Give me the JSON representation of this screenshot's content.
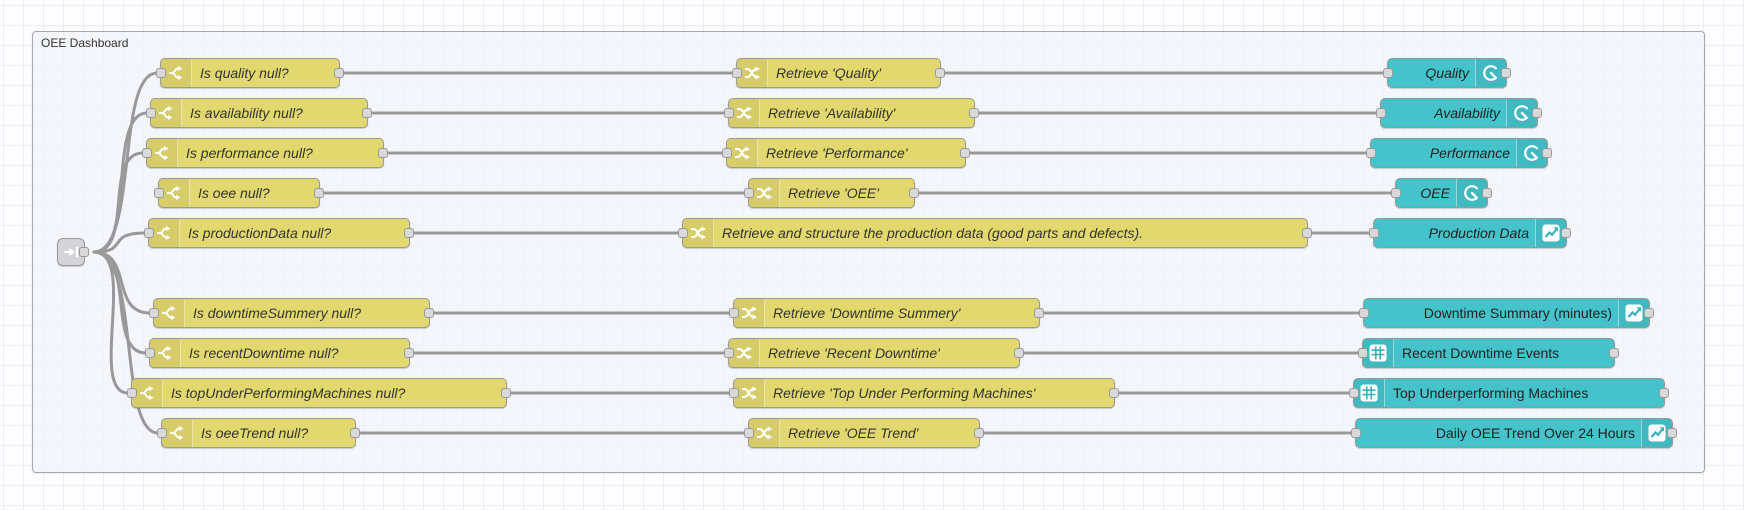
{
  "group": {
    "label": "OEE Dashboard"
  },
  "colors": {
    "switch_change_node": "#e2d96e",
    "dashboard_node": "#45c3cb",
    "link_node": "#d4d4d8",
    "wire": "#999999",
    "port": "#d9d9d9",
    "group_border": "#a6a6b0",
    "canvas_grid_line": "#e9ecf6"
  },
  "nodes": {
    "link": {
      "icon": "link-in-icon"
    },
    "switches": [
      {
        "label": "Is quality null?",
        "icon": "switch-icon"
      },
      {
        "label": "Is availability null?",
        "icon": "switch-icon"
      },
      {
        "label": "Is performance null?",
        "icon": "switch-icon"
      },
      {
        "label": "Is oee null?",
        "icon": "switch-icon"
      },
      {
        "label": "Is productionData null?",
        "icon": "switch-icon"
      },
      {
        "label": "Is downtimeSummery null?",
        "icon": "switch-icon"
      },
      {
        "label": "Is recentDowntime null?",
        "icon": "switch-icon"
      },
      {
        "label": "Is topUnderPerformingMachines null?",
        "icon": "switch-icon"
      },
      {
        "label": "Is oeeTrend null?",
        "icon": "switch-icon"
      }
    ],
    "changes": [
      {
        "label": "Retrieve 'Quality'",
        "icon": "change-icon"
      },
      {
        "label": "Retrieve 'Availability'",
        "icon": "change-icon"
      },
      {
        "label": "Retrieve 'Performance'",
        "icon": "change-icon"
      },
      {
        "label": "Retrieve 'OEE'",
        "icon": "change-icon"
      },
      {
        "label": "Retrieve and structure the production data (good parts and defects).",
        "icon": "change-icon"
      },
      {
        "label": "Retrieve 'Downtime Summery'",
        "icon": "change-icon"
      },
      {
        "label": "Retrieve 'Recent Downtime'",
        "icon": "change-icon"
      },
      {
        "label": "Retrieve 'Top Under Performing Machines'",
        "icon": "change-icon"
      },
      {
        "label": "Retrieve 'OEE Trend'",
        "icon": "change-icon"
      }
    ],
    "outputs": [
      {
        "label": "Quality",
        "icon": "gauge-icon"
      },
      {
        "label": "Availability",
        "icon": "gauge-icon"
      },
      {
        "label": "Performance",
        "icon": "gauge-icon"
      },
      {
        "label": "OEE",
        "icon": "gauge-icon"
      },
      {
        "label": "Production Data",
        "icon": "chart-icon"
      },
      {
        "label": "Downtime Summary (minutes)",
        "icon": "chart-icon"
      },
      {
        "label": "Recent Downtime Events",
        "icon": "table-icon"
      },
      {
        "label": "Top Underperforming Machines",
        "icon": "table-icon"
      },
      {
        "label": "Daily OEE Trend Over 24 Hours",
        "icon": "chart-icon"
      }
    ]
  }
}
